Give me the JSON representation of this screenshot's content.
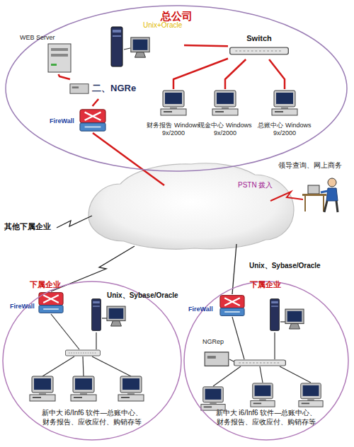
{
  "diagram": {
    "nodes": [
      {
        "text": [
          "总公司"
        ]
      },
      {
        "text": [
          "Unix+Oracle"
        ],
        "in": 0
      },
      {
        "text": [
          "WEB Server"
        ],
        "in": 0
      },
      {
        "text": [
          "Switch"
        ],
        "in": 0
      },
      {
        "text": [
          "二、NGRe"
        ],
        "in": 0
      },
      {
        "text": [
          "FireWall"
        ],
        "in": 0
      },
      {
        "text": [
          "财务报告 Windows 9x/2000"
        ],
        "in": 0
      },
      {
        "text": [
          "现金中心 Windows 9x/2000"
        ],
        "in": 0
      },
      {
        "text": [
          "总账中心 Windows 9x/2000"
        ],
        "in": 0
      },
      {
        "text": [
          "领导查询、网上商务"
        ]
      },
      {
        "text": [
          "下属企业",
          "新中大 i6/Inf6 软件—总账中心、财务报告、应收应付、购销存等"
        ]
      },
      {
        "text": [
          "FireWall"
        ],
        "in": 10
      },
      {
        "text": [
          "Unix、Sybase/Oracle"
        ],
        "in": 10
      },
      {
        "text": [
          "下属企业",
          "新中大 i6/Inf6 软件—总账中心、财务报告、应收应付、购销存等"
        ]
      },
      {
        "text": [
          "FireWall"
        ],
        "in": 13
      },
      {
        "text": [
          "NGRep"
        ],
        "in": 13
      }
    ],
    "edges": [
      {
        "from": 1,
        "to": 3,
        "arrow": "none"
      },
      {
        "from": 3,
        "to": 6,
        "arrow": "none"
      },
      {
        "from": 3,
        "to": 7,
        "arrow": "none"
      },
      {
        "from": 3,
        "to": 8,
        "arrow": "none"
      },
      {
        "from": 2,
        "to": 4,
        "arrow": "none"
      },
      {
        "from": 4,
        "to": 5,
        "arrow": "none"
      }
    ],
    "labels": [
      "PSTN 拨入",
      "其他下属企业",
      "Unix、Sybase/Oracle"
    ]
  }
}
